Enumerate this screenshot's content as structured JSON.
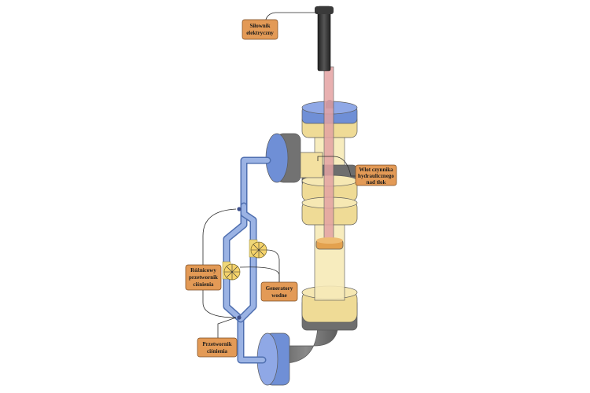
{
  "labels": {
    "actuator": [
      "Siłownik",
      "elektryczny"
    ],
    "inlet": [
      "Wlot czynnika",
      "hydraulicznego",
      "nad tłok"
    ],
    "diff_sensor": [
      "Różnicowy",
      "przetwornik",
      "ciśnienia"
    ],
    "generators": [
      "Generatory",
      "wodne"
    ],
    "pressure_sensor": [
      "Przetwornik",
      "ciśnienia"
    ]
  },
  "colors": {
    "callout_fill": "#e39a56",
    "callout_stroke": "#7a4a20",
    "cylinder_yellow": "#f3e3a3",
    "cap_blue": "#6f8fd6",
    "pipe_blue": "#8da8dc",
    "actuator_dark": "#333333",
    "rod_pink": "#e4a3a3",
    "piston_orange": "#e3a14e",
    "elbow_gray": "#707070"
  },
  "icons": [
    "water-generator-icon",
    "water-generator-icon",
    "sensor-port-icon"
  ]
}
